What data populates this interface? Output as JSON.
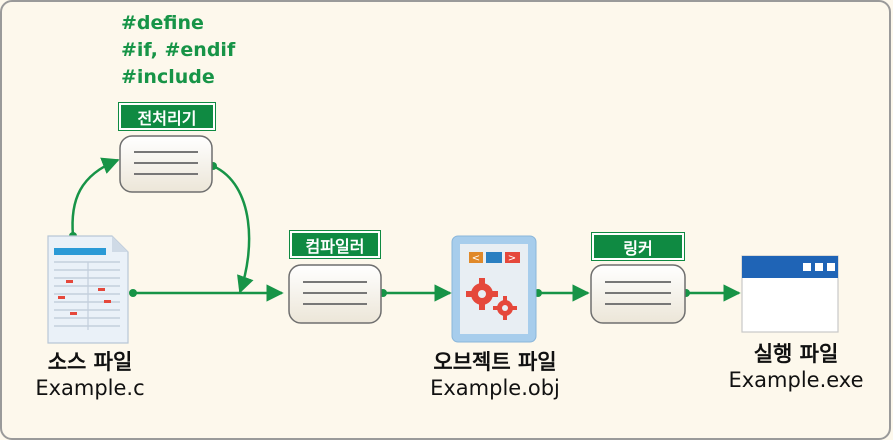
{
  "directives": [
    "#define",
    "#if, #endif",
    "#include"
  ],
  "stages": {
    "preprocessor": "전처리기",
    "compiler": "컴파일러",
    "linker": "링커"
  },
  "files": {
    "source": {
      "label": "소스 파일",
      "name": "Example.c"
    },
    "object": {
      "label": "오브젝트 파일",
      "name": "Example.obj"
    },
    "executable": {
      "label": "실행 파일",
      "name": "Example.exe"
    }
  },
  "colors": {
    "arrow": "#179447",
    "tag_bg": "#0f8a42",
    "doc_header": "#2b9ad6",
    "doc_marks": "#e5483b",
    "exe_titlebar": "#1f64b6"
  },
  "icons": [
    "document-icon",
    "gear-icon",
    "window-icon"
  ]
}
